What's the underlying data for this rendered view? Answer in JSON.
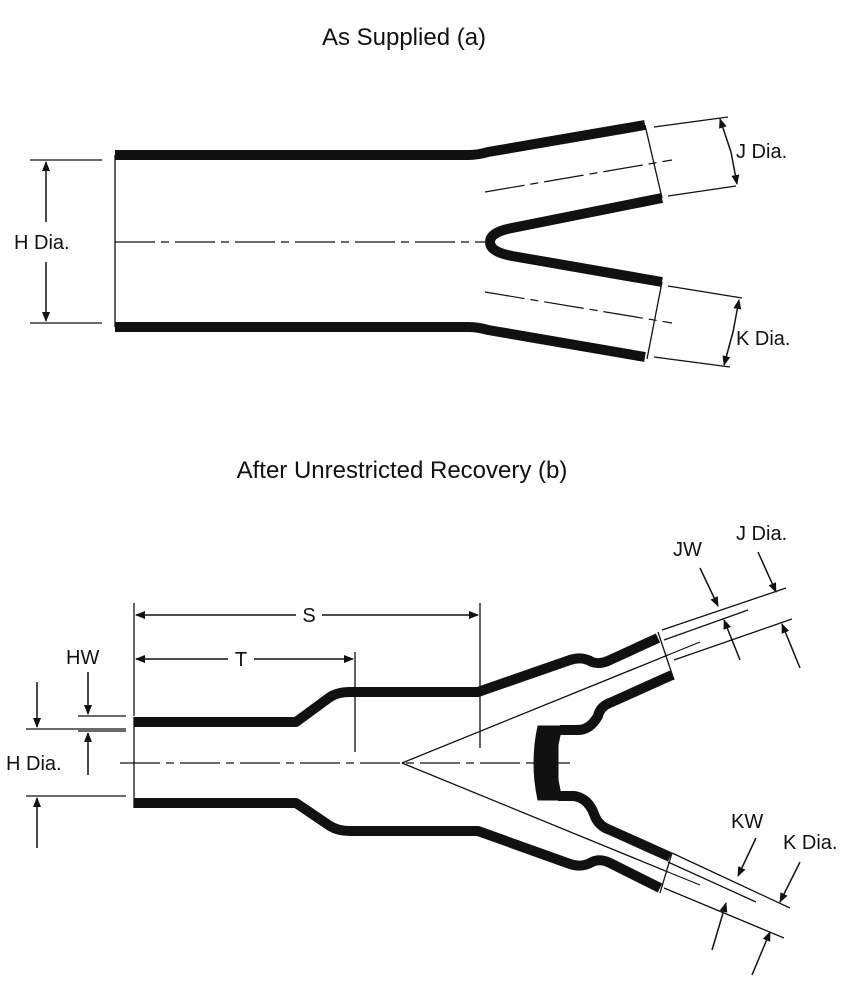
{
  "diagram": {
    "supplied": {
      "title": "As Supplied (a)",
      "labels": {
        "h_dia": "H Dia.",
        "j_dia": "J Dia.",
        "k_dia": "K Dia."
      }
    },
    "recovered": {
      "title": "After Unrestricted Recovery (b)",
      "labels": {
        "s": "S",
        "t": "T",
        "hw": "HW",
        "h_dia": "H Dia.",
        "jw": "JW",
        "j_dia": "J Dia.",
        "kw": "KW",
        "k_dia": "K Dia."
      }
    },
    "colors": {
      "ink": "#111111",
      "background": "#ffffff"
    }
  }
}
